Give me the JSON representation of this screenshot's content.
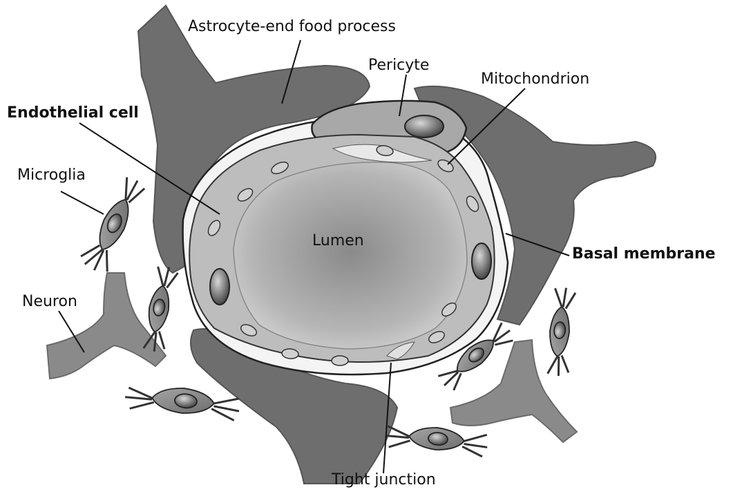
{
  "labels": {
    "astrocyte": "Astrocyte-end food process",
    "pericyte": "Pericyte",
    "mitochondrion": "Mitochondrion",
    "endothelial": "Endothelial cell",
    "microglia": "Microglia",
    "lumen": "Lumen",
    "basal": "Basal membrane",
    "neuron": "Neuron",
    "tight_junction": "Tight junction"
  },
  "colors": {
    "astrocyte_fill": "#6e6e6e",
    "neuron_fill": "#8a8a8a",
    "endothelium_fill": "#bdbdbd",
    "lumen_center": "#8c8c8c",
    "lumen_edge": "#cfcfcf",
    "membrane": "#f4f4f4",
    "outline": "#222222"
  }
}
